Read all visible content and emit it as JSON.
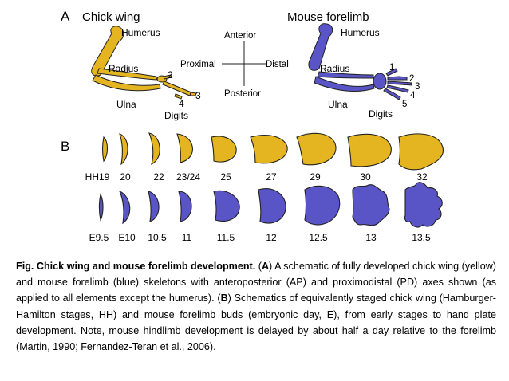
{
  "colors": {
    "chick": "#e4b521",
    "mouse": "#5a55c6",
    "outline": "#222222",
    "text": "#000000"
  },
  "panel_a": {
    "letter": "A",
    "chick": {
      "title": "Chick wing",
      "humerus": "Humerus",
      "radius": "Radius",
      "ulna": "Ulna",
      "digits": "Digits",
      "digit_numbers": [
        "2",
        "3",
        "4"
      ]
    },
    "mouse": {
      "title": "Mouse forelimb",
      "humerus": "Humerus",
      "radius": "Radius",
      "ulna": "Ulna",
      "digits": "Digits",
      "digit_numbers": [
        "1",
        "2",
        "3",
        "4",
        "5"
      ]
    },
    "axes": {
      "anterior": "Anterior",
      "posterior": "Posterior",
      "proximal": "Proximal",
      "distal": "Distal"
    }
  },
  "panel_b": {
    "letter": "B",
    "chick_stages": [
      "HH19",
      "20",
      "22",
      "23/24",
      "25",
      "27",
      "29",
      "30",
      "32"
    ],
    "mouse_stages": [
      "E9.5",
      "E10",
      "10.5",
      "11",
      "11.5",
      "12",
      "12.5",
      "13",
      "13.5"
    ]
  },
  "caption": {
    "title": "Fig. Chick wing and mouse forelimb development.",
    "a_open": " (",
    "a_letter": "A",
    "a_close": ") ",
    "a_text": "A schematic of fully developed chick wing (yellow) and mouse forelimb (blue) skeletons with anteroposterior (AP) and proximodistal (PD) axes shown (as applied to all elements except the humerus).",
    "b_open": " (",
    "b_letter": "B",
    "b_close": ") ",
    "b_text": "Schematics of equivalently staged chick wing (Hamburger-Hamilton stages, HH) and mouse forelimb buds (embryonic day, E), from early stages to hand plate development. Note, mouse hindlimb development is delayed by about half a day relative to the forelimb (Martin, 1990; Fernandez-Teran et al., 2006)."
  }
}
